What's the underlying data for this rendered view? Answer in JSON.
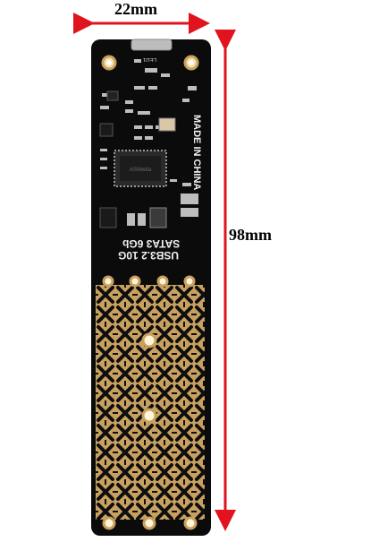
{
  "dimensions": {
    "width_label": "22mm",
    "height_label": "98mm"
  },
  "board": {
    "made_in": "MADE IN CHINA",
    "protocol_line1": "USB3.2 10G",
    "protocol_line2": "SATA3 6Gb",
    "led_label": "LED1"
  },
  "colors": {
    "arrow_red": "#e1141e",
    "pcb_black": "#0b0b0b",
    "copper_gold": "#c8a060"
  }
}
